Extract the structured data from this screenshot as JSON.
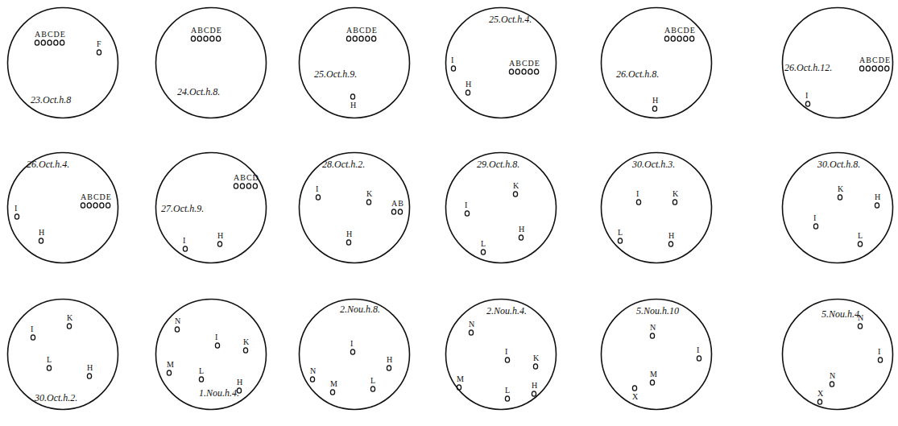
{
  "diagram": {
    "nodes": [
      {
        "text": [
          "23.Oct.h.8",
          "ABCDE",
          "F"
        ]
      },
      {
        "text": [
          "24.Oct.h.8.",
          "ABCDE"
        ]
      },
      {
        "text": [
          "25.Oct.h.9.",
          "ABCDE",
          "H"
        ]
      },
      {
        "text": [
          "25.Oct.h.4.",
          "ABCDE",
          "I",
          "H"
        ]
      },
      {
        "text": [
          "26.Oct.h.8.",
          "ABCDE",
          "H"
        ]
      },
      {
        "text": [
          "26.Oct.h.12.",
          "ABCDE",
          "I"
        ]
      },
      {
        "text": [
          "26.Oct.h.4.",
          "ABCDE",
          "I",
          "H"
        ]
      },
      {
        "text": [
          "27.Oct.h.9.",
          "ABCD",
          "I",
          "H"
        ]
      },
      {
        "text": [
          "28.Oct.h.2.",
          "I",
          "K",
          "AB",
          "H"
        ]
      },
      {
        "text": [
          "29.Oct.h.8.",
          "K",
          "I",
          "H",
          "L"
        ]
      },
      {
        "text": [
          "30.Oct.h.3.",
          "I",
          "K",
          "L",
          "H"
        ]
      },
      {
        "text": [
          "30.Oct.h.8.",
          "K",
          "H",
          "I",
          "L"
        ]
      },
      {
        "text": [
          "30.Oct.h.2.",
          "K",
          "I",
          "L",
          "H"
        ]
      },
      {
        "text": [
          "1.Nou.h.4.",
          "N",
          "I",
          "K",
          "M",
          "L",
          "H"
        ]
      },
      {
        "text": [
          "2.Nou.h.8.",
          "I",
          "H",
          "N",
          "M",
          "L"
        ]
      },
      {
        "text": [
          "2.Nou.h.4.",
          "N",
          "I",
          "K",
          "M",
          "L",
          "H"
        ]
      },
      {
        "text": [
          "5.Nou.h.10",
          "N",
          "I",
          "M",
          "X"
        ]
      },
      {
        "text": [
          "5.Nou.h.4.",
          "N",
          "I",
          "N",
          "X"
        ]
      }
    ]
  }
}
